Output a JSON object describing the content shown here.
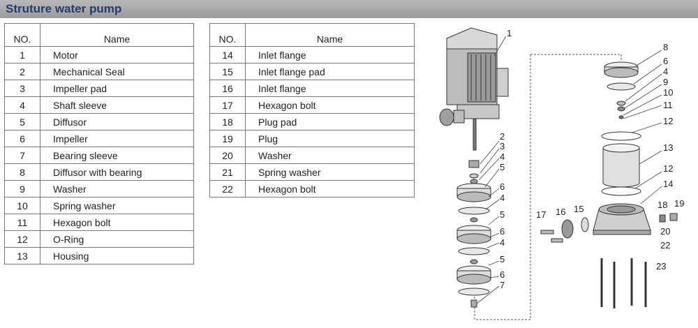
{
  "header": {
    "title": "Struture water pump"
  },
  "table_left": {
    "col_no": "NO.",
    "col_name": "Name",
    "rows": [
      {
        "no": "1",
        "name": "Motor"
      },
      {
        "no": "2",
        "name": "Mechanical Seal"
      },
      {
        "no": "3",
        "name": "Impeller pad"
      },
      {
        "no": "4",
        "name": "Shaft sleeve"
      },
      {
        "no": "5",
        "name": "Diffusor"
      },
      {
        "no": "6",
        "name": "Impeller"
      },
      {
        "no": "7",
        "name": "Bearing sleeve"
      },
      {
        "no": "8",
        "name": "Diffusor with bearing"
      },
      {
        "no": "9",
        "name": "Washer"
      },
      {
        "no": "10",
        "name": "Spring washer"
      },
      {
        "no": "11",
        "name": "Hexagon bolt"
      },
      {
        "no": "12",
        "name": "O-Ring"
      },
      {
        "no": "13",
        "name": "Housing"
      }
    ]
  },
  "table_right": {
    "col_no": "NO.",
    "col_name": "Name",
    "rows": [
      {
        "no": "14",
        "name": "Inlet flange"
      },
      {
        "no": "15",
        "name": "Inlet flange pad"
      },
      {
        "no": "16",
        "name": "Inlet flange"
      },
      {
        "no": "17",
        "name": "Hexagon bolt"
      },
      {
        "no": "18",
        "name": "Plug pad"
      },
      {
        "no": "19",
        "name": "Plug"
      },
      {
        "no": "20",
        "name": "Washer"
      },
      {
        "no": "21",
        "name": "Spring washer"
      },
      {
        "no": "22",
        "name": "Hexagon bolt"
      }
    ]
  },
  "diagram": {
    "callouts": [
      "1",
      "2",
      "3",
      "4",
      "5",
      "6",
      "4",
      "5",
      "6",
      "4",
      "5",
      "6",
      "7",
      "8",
      "6",
      "4",
      "9",
      "10",
      "11",
      "12",
      "13",
      "12",
      "14",
      "15",
      "16",
      "17",
      "18",
      "19",
      "20",
      "22",
      "23"
    ]
  }
}
